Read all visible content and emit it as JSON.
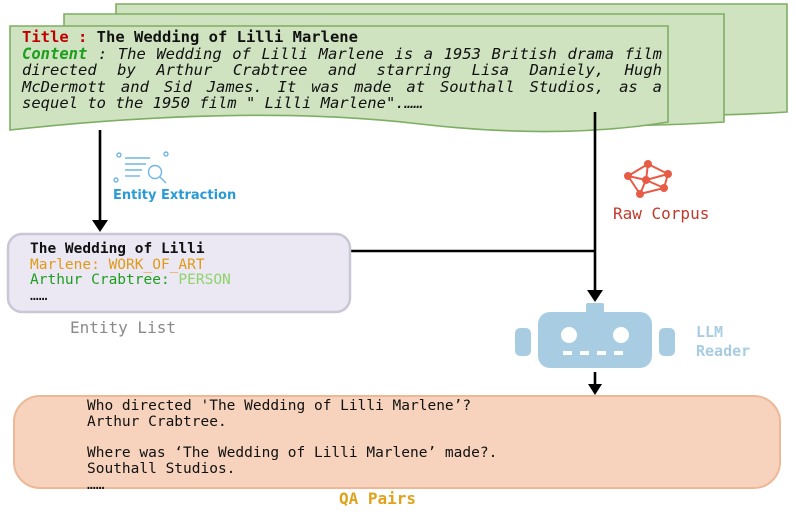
{
  "document": {
    "title_label": "Title :",
    "title_value": "The Wedding of Lilli Marlene",
    "content_label": "Content",
    "content_text": " : The Wedding of Lilli Marlene is a 1953 British drama film directed by Arthur Crabtree and starring Lisa Daniely, Hugh McDermott and Sid James. It was made at Southall Studios, as a sequel to the 1950 film \" Lilli Marlene\".……"
  },
  "entity_extraction": {
    "label": "Entity Extraction",
    "icon": "document-search-icon",
    "color": "#2b9bd6"
  },
  "raw_corpus": {
    "label": "Raw Corpus",
    "icon": "network-graph-icon",
    "color": "#c0392b"
  },
  "entity_list": {
    "caption": "Entity List",
    "line1": "The Wedding of Lilli",
    "line2": "Marlene: WORK_OF_ART",
    "line3_name": "Arthur Crabtree: ",
    "line3_type": "PERSON",
    "more": "……"
  },
  "llm_reader": {
    "line1": "LLM",
    "line2": "Reader",
    "icon": "robot-icon",
    "color": "#a8cde3"
  },
  "qa_pairs": {
    "caption": "QA Pairs",
    "q1": "Who directed 'The Wedding of Lilli Marlene’?",
    "a1": "Arthur Crabtree.",
    "q2": "Where was ‘The Wedding of Lilli Marlene’ made?.",
    "a2": "Southall Studios.",
    "more": "……"
  }
}
